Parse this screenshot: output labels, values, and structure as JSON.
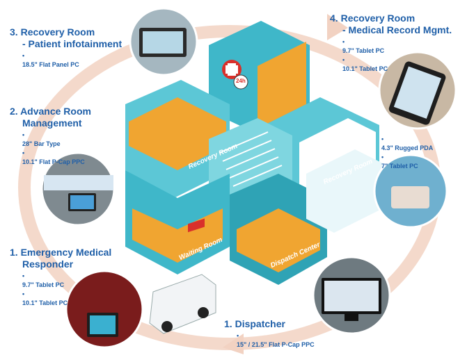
{
  "sections": [
    {
      "number": "3.",
      "title_line1": "Recovery Room",
      "title_line2": "- Patient infotainment",
      "items": [
        "18.5\" Flat Panel PC"
      ]
    },
    {
      "number": "2.",
      "title_line1": "Advance Room",
      "title_line2": "Management",
      "items": [
        "28\" Bar Type",
        "10.1\" Flat P-Cap PPC"
      ]
    },
    {
      "number": "1.",
      "title_line1": "Emergency Medical",
      "title_line2": "Responder",
      "items": [
        "9.7\" Tablet PC",
        "10.1\" Tablet PC"
      ]
    },
    {
      "number": "4.",
      "title_line1": "Recovery Room",
      "title_line2": "- Medical Record Mgmt.",
      "items": [
        "9.7\" Tablet PC",
        "10.1\" Tablet PC"
      ]
    },
    {
      "number": "",
      "title_line1": "",
      "title_line2": "",
      "items": [
        "4.3\" Rugged PDA",
        "7\" Tablet PC"
      ]
    },
    {
      "number": "1.",
      "title_line1": "Dispatcher",
      "title_line2": "",
      "items": [
        "15\" / 21.5\" Flat P-Cap PPC"
      ]
    }
  ],
  "room_labels": {
    "recovery_room_left": "Recovery Room",
    "recovery_room_right": "Recovery Room",
    "waiting_room": "Waiting Room",
    "dispatch_center": "Dispatch Center",
    "sign_24h": "24h"
  },
  "colors": {
    "text_blue": "#1f5fa8",
    "ring": "#f2d2c2",
    "wall_teal": "#3fb7c9",
    "floor_orange": "#f0a531"
  }
}
